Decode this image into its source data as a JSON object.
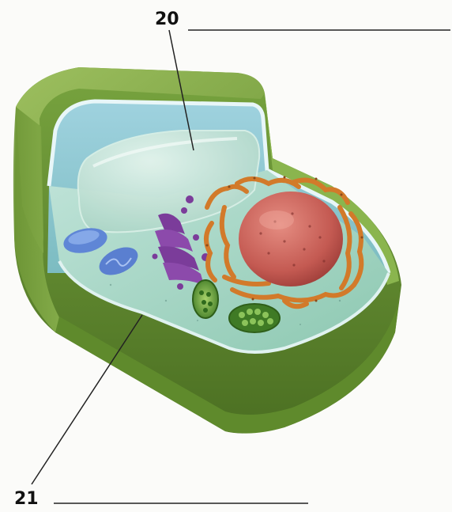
{
  "labels": {
    "top": "20",
    "bottom": "21"
  },
  "diagram": {
    "subject": "plant-cell-cutaway",
    "parts_shown": [
      "cell-wall",
      "cell-membrane",
      "central-vacuole",
      "mitochondrion",
      "golgi-apparatus",
      "chloroplast",
      "endoplasmic-reticulum",
      "nucleus",
      "cytoplasm"
    ],
    "colors": {
      "cell_wall": "#7aa043",
      "cell_wall_dark": "#4f6f26",
      "cytoplasm": "#a9d7c4",
      "membrane": "#d6eef2",
      "vacuole": "#bfe3d6",
      "mitochondria": "#5f86d6",
      "golgi": "#7b3c9a",
      "chloroplast": "#4d8a2c",
      "er": "#d27a2a",
      "nucleus": "#c8645c"
    }
  }
}
